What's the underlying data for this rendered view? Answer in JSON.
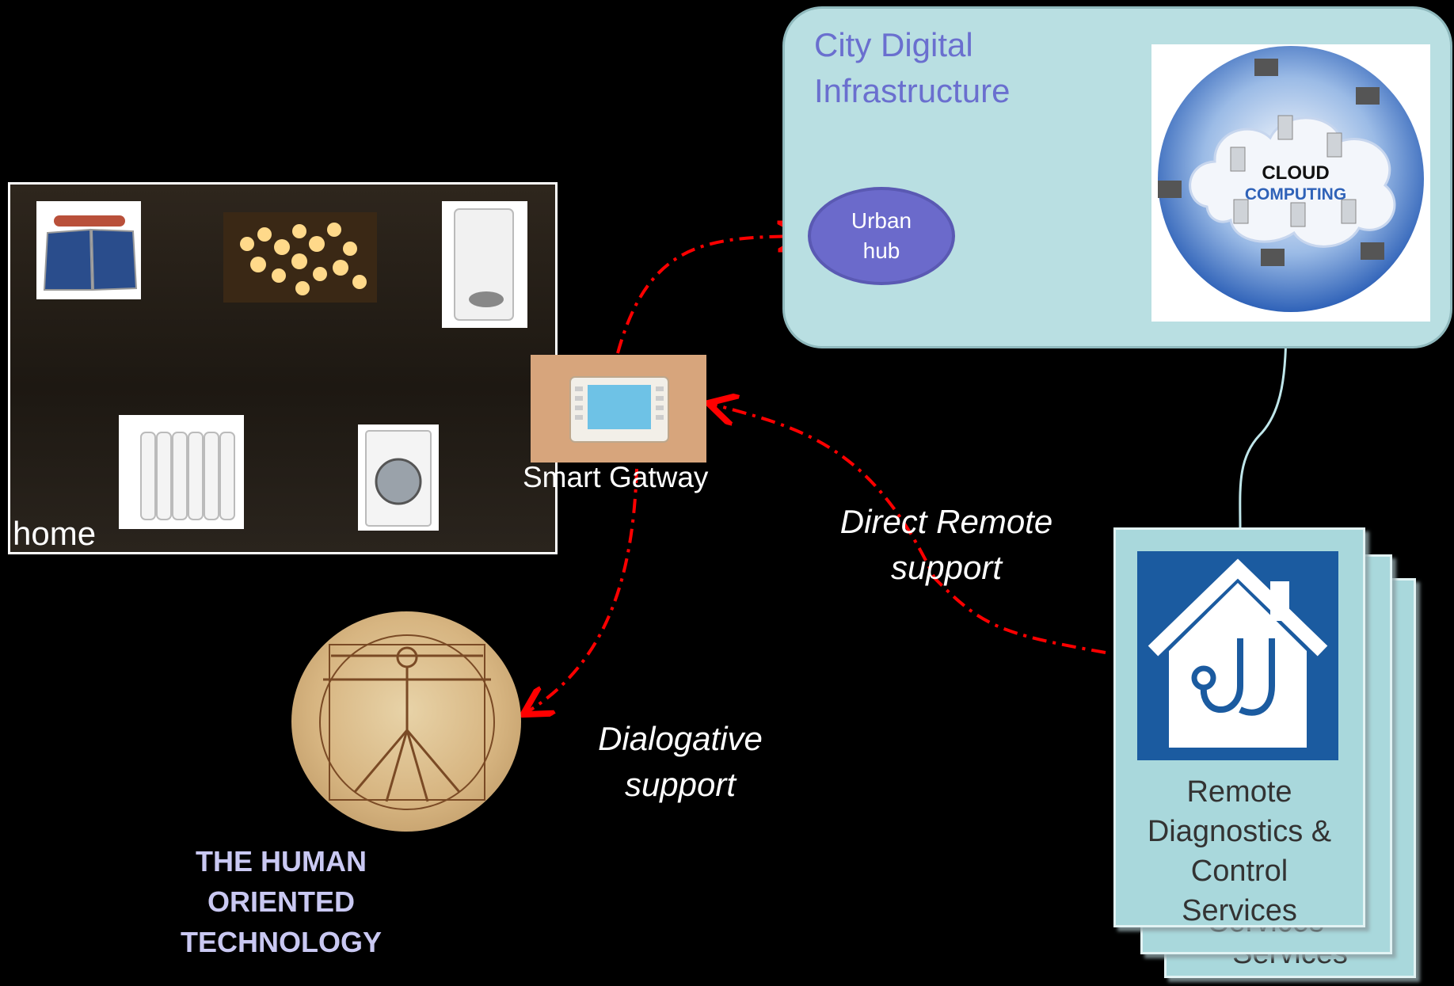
{
  "city": {
    "title": "City Digital\nInfrastructure",
    "hub_label": "Urban\nhub",
    "cloud_logo": {
      "line1": "CLOUD",
      "line2": "COMPUTING"
    }
  },
  "home": {
    "label": "home",
    "devices": [
      "solar-water-heater",
      "string-lights",
      "wall-boiler",
      "radiator",
      "washing-machine"
    ]
  },
  "gateway": {
    "label": "Smart Gatway"
  },
  "links": {
    "direct_remote": "Direct Remote\nsupport",
    "dialogative": "Dialogative\nsupport"
  },
  "human": {
    "title": "THE HUMAN\nORIENTED\nTECHNOLOGY"
  },
  "services": {
    "label": "Remote\nDiagnostics &\nControl\nServices",
    "back_label_1": "Services",
    "back_label_2": "Services"
  },
  "colors": {
    "arrow": "#ff0000",
    "city_panel": "#b9dfe2",
    "hub": "#6b6acb",
    "card": "#a9d8dc",
    "human_text": "#c9c8f2"
  }
}
